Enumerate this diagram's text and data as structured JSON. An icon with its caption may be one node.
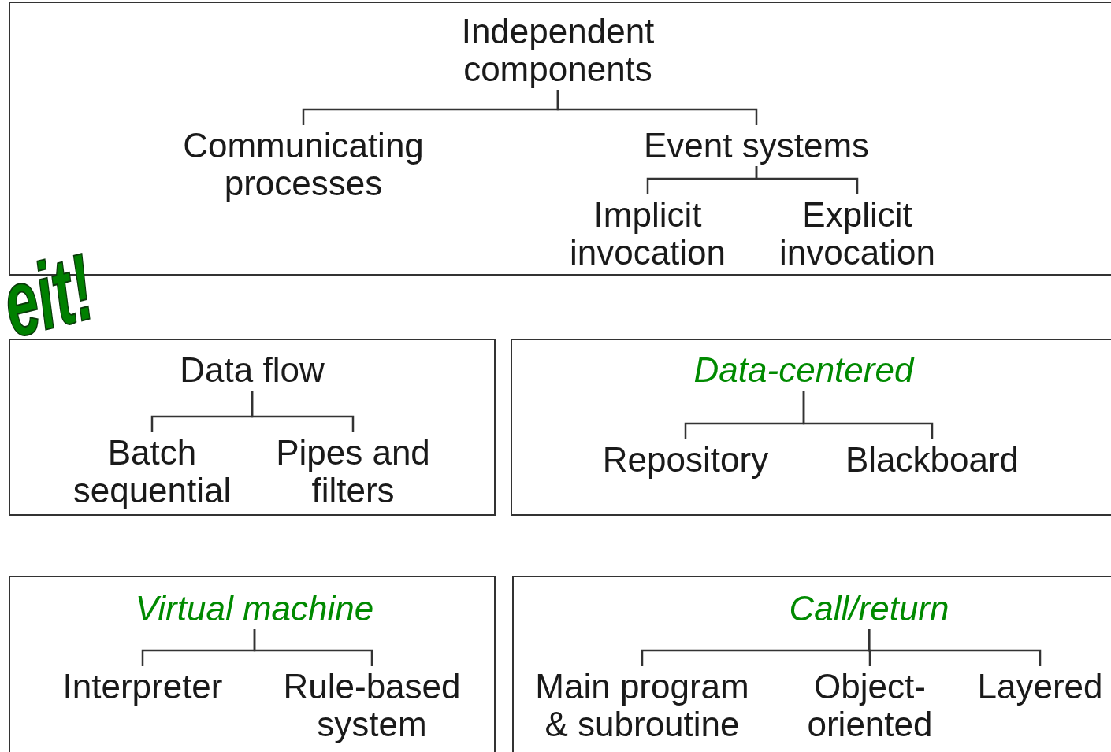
{
  "diagram": {
    "nodes": [
      {
        "text": [],
        "shape": "box"
      },
      {
        "text": [
          "Independent components"
        ],
        "in": 0
      },
      {
        "text": [
          "Communicating processes"
        ],
        "in": 0
      },
      {
        "text": [
          "Event systems"
        ],
        "in": 0
      },
      {
        "text": [
          "Implicit invocation"
        ],
        "in": 0
      },
      {
        "text": [
          "Explicit invocation"
        ],
        "in": 0
      },
      {
        "text": [],
        "shape": "box"
      },
      {
        "text": [
          "Data flow"
        ],
        "in": 6
      },
      {
        "text": [
          "Batch sequential"
        ],
        "in": 6
      },
      {
        "text": [
          "Pipes and filters"
        ],
        "in": 6
      },
      {
        "text": [],
        "shape": "box"
      },
      {
        "text": [
          "Data-centered"
        ],
        "in": 10
      },
      {
        "text": [
          "Repository"
        ],
        "in": 10
      },
      {
        "text": [
          "Blackboard"
        ],
        "in": 10
      },
      {
        "text": [],
        "shape": "box"
      },
      {
        "text": [
          "Virtual machine"
        ],
        "in": 14
      },
      {
        "text": [
          "Interpreter"
        ],
        "in": 14
      },
      {
        "text": [
          "Rule-based system"
        ],
        "in": 14
      },
      {
        "text": [],
        "shape": "box"
      },
      {
        "text": [
          "Call/return"
        ],
        "in": 18
      },
      {
        "text": [
          "Main program & subroutine"
        ],
        "in": 18
      },
      {
        "text": [
          "Object-oriented"
        ],
        "in": 18
      },
      {
        "text": [
          "Layered"
        ],
        "in": 18
      }
    ],
    "edges": [
      {
        "from": 1,
        "to": 2,
        "arrow": "none"
      },
      {
        "from": 1,
        "to": 3,
        "arrow": "none"
      },
      {
        "from": 3,
        "to": 4,
        "arrow": "none"
      },
      {
        "from": 3,
        "to": 5,
        "arrow": "none"
      },
      {
        "from": 7,
        "to": 8,
        "arrow": "none"
      },
      {
        "from": 7,
        "to": 9,
        "arrow": "none"
      },
      {
        "from": 11,
        "to": 12,
        "arrow": "none"
      },
      {
        "from": 11,
        "to": 13,
        "arrow": "none"
      },
      {
        "from": 15,
        "to": 16,
        "arrow": "none"
      },
      {
        "from": 15,
        "to": 17,
        "arrow": "none"
      },
      {
        "from": 19,
        "to": 20,
        "arrow": "none"
      },
      {
        "from": 19,
        "to": 21,
        "arrow": "none"
      },
      {
        "from": 19,
        "to": 22,
        "arrow": "none"
      }
    ],
    "labels": [
      "eit!"
    ]
  }
}
